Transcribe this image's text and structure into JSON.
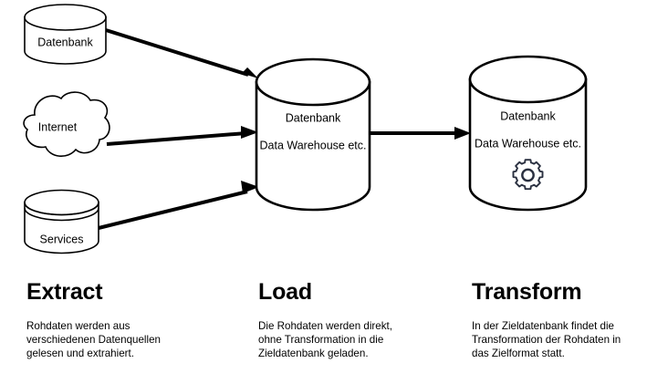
{
  "diagram": {
    "title_concept": "ELT",
    "stroke_color": "#000000",
    "background_color": "#ffffff",
    "gear_color": "#2a3040",
    "sources": [
      {
        "id": "datenbank-source",
        "shape": "cylinder",
        "label": "Datenbank"
      },
      {
        "id": "internet-source",
        "shape": "cloud",
        "label": "Internet"
      },
      {
        "id": "services-source",
        "shape": "disk-stack",
        "label": "Services"
      }
    ],
    "targets": [
      {
        "id": "load-target",
        "shape": "cylinder",
        "label_line1": "Datenbank",
        "label_line2": "Data Warehouse etc.",
        "has_gear": false
      },
      {
        "id": "transform-target",
        "shape": "cylinder",
        "label_line1": "Datenbank",
        "label_line2": "Data Warehouse etc.",
        "has_gear": true,
        "gear_icon_name": "gear-icon"
      }
    ],
    "connectors": [
      {
        "id": "datenbank-to-load",
        "from": "datenbank-source",
        "to": "load-target"
      },
      {
        "id": "internet-to-load",
        "from": "internet-source",
        "to": "load-target"
      },
      {
        "id": "services-to-load",
        "from": "services-source",
        "to": "load-target"
      },
      {
        "id": "load-to-transform",
        "from": "load-target",
        "to": "transform-target"
      }
    ]
  },
  "columns": [
    {
      "id": "extract",
      "heading": "Extract",
      "body": "Rohdaten werden aus\nverschiedenen Datenquellen\ngelesen und extrahiert."
    },
    {
      "id": "load",
      "heading": "Load",
      "body": "Die Rohdaten werden direkt,\nohne Transformation in die\nZieldatenbank geladen."
    },
    {
      "id": "transform",
      "heading": "Transform",
      "body": "In der Zieldatenbank findet die\nTransformation der Rohdaten in\ndas Zielformat statt."
    }
  ]
}
